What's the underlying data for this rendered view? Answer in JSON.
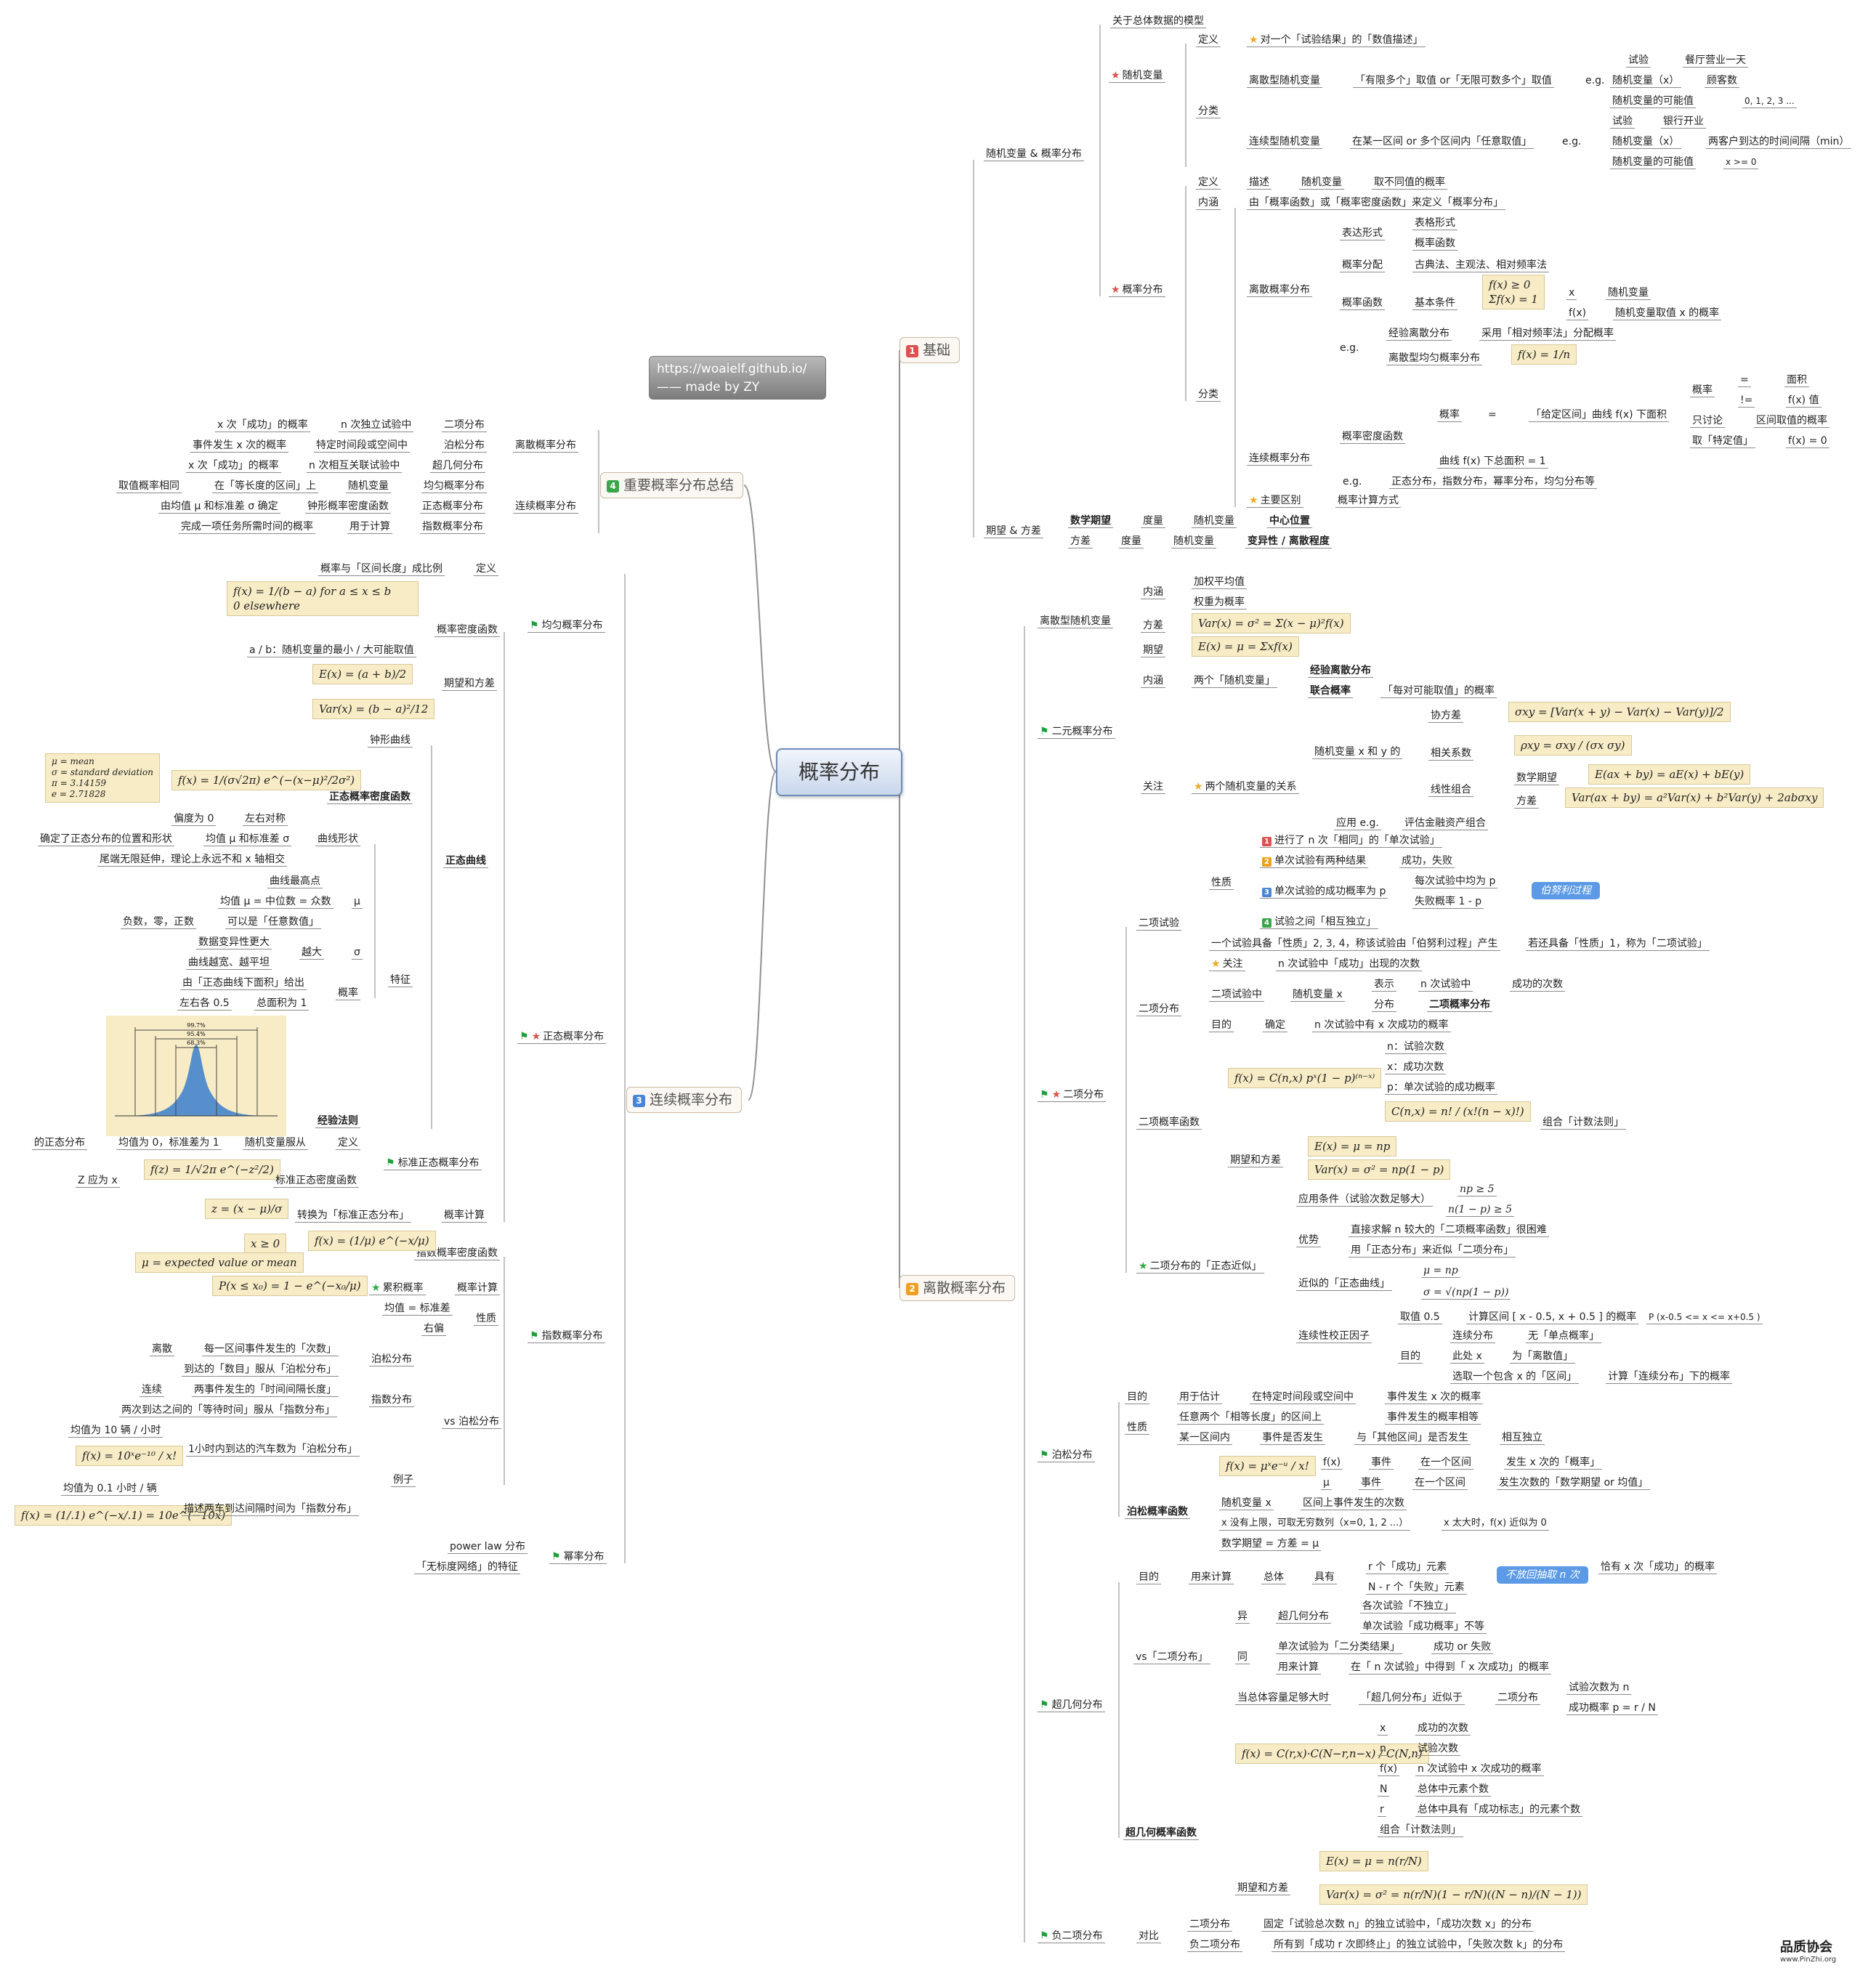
{
  "root": "概率分布",
  "credit": {
    "line1": "https://woaielf.github.io/",
    "line2": "—— made by ZY"
  },
  "branches": {
    "b1": {
      "num": "1",
      "label": "基础",
      "color": "#e05050"
    },
    "b2": {
      "num": "2",
      "label": "离散概率分布",
      "color": "#f0a020"
    },
    "b3": {
      "num": "3",
      "label": "连续概率分布",
      "color": "#4a86d8"
    },
    "b4": {
      "num": "4",
      "label": "重要概率分布总结",
      "color": "#3aa64a"
    }
  },
  "t": {
    "s1": "随机变量 & 概率分布",
    "s1a": "关于总体数据的模型",
    "rv": "随机变量",
    "rv_def": "定义",
    "rv_def_v": "对一个「试验结果」的「数值描述」",
    "rv_cls": "分类",
    "rv_d": "离散型随机变量",
    "rv_d2": "「有限多个」取值 or「无限可数多个」取值",
    "eg": "e.g.",
    "rv_d_t": "试验",
    "rv_d_tv": "餐厅营业一天",
    "rv_d_x": "随机变量（x）",
    "rv_d_xv": "顾客数",
    "rv_d_p": "随机变量的可能值",
    "rv_d_pv": "0, 1, 2, 3 ...",
    "rv_c": "连续型随机变量",
    "rv_c2": "在某一区间 or 多个区间内「任意取值」",
    "rv_c_t": "试验",
    "rv_c_tv": "银行开业",
    "rv_c_x": "随机变量（x）",
    "rv_c_xv": "两客户到达的时间间隔（min）",
    "rv_c_p": "随机变量的可能值",
    "rv_c_pv": "x >= 0",
    "pd": "概率分布",
    "pd_def": "定义",
    "pd_def1": "描述",
    "pd_def2": "随机变量",
    "pd_def3": "取不同值的概率",
    "pd_in": "内涵",
    "pd_in_v": "由「概率函数」或「概率密度函数」来定义「概率分布」",
    "pd_cls": "分类",
    "dpd": "离散概率分布",
    "expr": "表达形式",
    "expr1": "表格形式",
    "expr2": "概率函数",
    "pdist": "概率分配",
    "pdist_v": "古典法、主观法、相对频率法",
    "pfunc": "概率函数",
    "basic": "基本条件",
    "cond1": "f(x) ≥ 0",
    "cond2": "Σf(x) = 1",
    "fx_x": "x",
    "fx_xv": "随机变量",
    "fx_f": "f(x)",
    "fx_fv": "随机变量取值 x 的概率",
    "eg2": "e.g.",
    "emp": "经验离散分布",
    "emp_v": "采用「相对频率法」分配概率",
    "unif_d": "离散型均匀概率分布",
    "unif_d_f": "f(x) = 1/n",
    "cpd": "连续概率分布",
    "pdf": "概率密度函数",
    "prob": "概率",
    "eq": "=",
    "prob_v": "「给定区间」曲线 f(x) 下面积",
    "area_v": "曲线 f(x) 下总面积 = 1",
    "pr": "概率",
    "pr_eq": "=",
    "pr_eqv": "面积",
    "pr_ne": "!=",
    "pr_nev": "f(x) 值",
    "only": "只讨论",
    "only_v": "区间取值的概率",
    "pt": "取「特定值」",
    "pt_v": "f(x) = 0",
    "eg3": "e.g.",
    "eg3_v": "正态分布，指数分布，幂率分布，均匀分布等",
    "mdiff": "主要区别",
    "mdiff_v": "概率计算方式",
    "ev": "期望 & 方差",
    "ev1": "数学期望",
    "ev1a": "度量",
    "ev1b": "随机变量",
    "ev1c": "中心位置",
    "ev2": "方差",
    "ev2a": "度量",
    "ev2b": "随机变量",
    "ev2c": "变异性 / 离散程度",
    "drv": "离散型随机变量",
    "drv_in": "内涵",
    "drv_in1": "加权平均值",
    "drv_in2": "权重为概率",
    "drv_var": "方差",
    "drv_var_f": "Var(x) = σ² = Σ(x − μ)²f(x)",
    "drv_e": "期望",
    "drv_e_f": "E(x) = μ = Σxf(x)",
    "bi": "二元概率分布",
    "bi_in": "内涵",
    "bi_in1": "两个「随机变量」",
    "bi_in2": "经验离散分布",
    "bi_in3": "联合概率",
    "bi_in4": "「每对可能取值」的概率",
    "bi_f": "关注",
    "bi_rel": "两个随机变量的关系",
    "bi_xy": "随机变量 x 和 y 的",
    "cov": "协方差",
    "cov_f": "σxy = [Var(x + y) − Var(x) − Var(y)]/2",
    "corr": "相关系数",
    "corr_f": "ρxy = σxy / (σx σy)",
    "lin": "线性组合",
    "lin_e": "数学期望",
    "lin_e_f": "E(ax + by) = aE(x) + bE(y)",
    "lin_v": "方差",
    "lin_v_f": "Var(ax + by) = a²Var(x) + b²Var(y) + 2abσxy",
    "app": "应用 e.g.",
    "app_v": "评估金融资产组合",
    "binom": "二项分布",
    "bt": "二项试验",
    "prop": "性质",
    "p1": "进行了 n 次「相同」的「单次试验」",
    "p2": "单次试验有两种结果",
    "p2v": "成功，失败",
    "p3": "单次试验的成功概率为 p",
    "p3a": "每次试验中均为 p",
    "p3b": "失败概率 1 - p",
    "p4": "试验之间「相互独立」",
    "bern": "伯努利过程",
    "bt_sum": "一个试验具备「性质」2, 3, 4，称该试验由「伯努利过程」产生",
    "bt_sum2": "若还具备「性质」1，称为「二项试验」",
    "bt_f": "关注",
    "bt_fv": "n 次试验中「成功」出现的次数",
    "bd": "二项分布",
    "bd1": "二项试验中",
    "bd2": "随机变量 x",
    "bd3": "表示",
    "bd3a": "n 次试验中",
    "bd3b": "成功的次数",
    "bd4": "分布",
    "bd4a": "二项概率分布",
    "bd_goal": "目的",
    "bd_goal1": "确定",
    "bd_goal2": "n 次试验中有 x 次成功的概率",
    "bpf": "二项概率函数",
    "bpf_f": "f(x) = C(n,x) pˣ(1 − p)⁽ⁿ⁻ˣ⁾",
    "bpf_n": "n：试验次数",
    "bpf_x": "x：成功次数",
    "bpf_p": "p：单次试验的成功概率",
    "bpf_c": "C(n,x) = n! / (x!(n − x)!)",
    "bpf_c2": "组合「计数法则」",
    "bpf_ev": "期望和方差",
    "bpf_e": "E(x) = μ = np",
    "bpf_v": "Var(x) = σ² = np(1 − p)",
    "na": "二项分布的「正态近似」",
    "na_cond": "应用条件（试验次数足够大）",
    "na_c1": "np ≥ 5",
    "na_c2": "n(1 − p) ≥ 5",
    "na_adv": "优势",
    "na_adv1": "直接求解 n 较大的「二项概率函数」很困难",
    "na_adv2": "用「正态分布」来近似「二项分布」",
    "na_curve": "近似的「正态曲线」",
    "na_mu": "μ = np",
    "na_sig": "σ = √(np(1 − p))",
    "cc": "连续性校正因子",
    "cc_v": "取值 0.5",
    "cc_v2": "计算区间 [ x - 0.5, x + 0.5 ] 的概率",
    "cc_v3": "P (x-0.5 <= x <= x+0.5 )",
    "cc_g": "目的",
    "cc_g1": "连续分布",
    "cc_g1v": "无「单点概率」",
    "cc_g2": "此处 x",
    "cc_g2v": "为「离散值」",
    "cc_g3": "选取一个包含 x 的「区间」",
    "cc_g3v": "计算「连续分布」下的概率",
    "poi": "泊松分布",
    "poi_g": "目的",
    "poi_g1": "用于估计",
    "poi_g2": "在特定时间段或空间中",
    "poi_g3": "事件发生 x 次的概率",
    "poi_p": "性质",
    "poi_p1": "任意两个「相等长度」的区间上",
    "poi_p1v": "事件发生的概率相等",
    "poi_p2": "某一区间内",
    "poi_p2a": "事件是否发生",
    "poi_p2b": "与「其他区间」是否发生",
    "poi_p2c": "相互独立",
    "ppf": "泊松概率函数",
    "ppf_f": "f(x) = μˣe⁻ᵘ / x!",
    "ppf_fx": "f(x)",
    "ppf_fx1": "事件",
    "ppf_fx2": "在一个区间",
    "ppf_fx3": "发生 x 次的「概率」",
    "ppf_mu": "μ",
    "ppf_mu1": "事件",
    "ppf_mu2": "在一个区间",
    "ppf_mu3": "发生次数的「数学期望 or 均值」",
    "ppf_x": "随机变量 x",
    "ppf_xv": "区间上事件发生的次数",
    "ppf_inf": "x 没有上限，可取无穷数列（x=0, 1, 2 ...）",
    "ppf_inf2": "x 太大时，f(x) 近似为 0",
    "ppf_ev": "数学期望 = 方差 = μ",
    "hyp": "超几何分布",
    "hyp_g": "目的",
    "hyp_g1": "用来计算",
    "hyp_g2": "总体",
    "hyp_g3": "具有",
    "hyp_g4": "r 个「成功」元素",
    "hyp_g5": "N - r 个「失败」元素",
    "hyp_pill": "不放回抽取 n 次",
    "hyp_g6": "恰有 x 次「成功」的概率",
    "vsb": "vs「二项分布」",
    "diff": "异",
    "diff1": "超几何分布",
    "diff1a": "各次试验「不独立」",
    "diff1b": "单次试验「成功概率」不等",
    "same": "同",
    "same1": "单次试验为「二分类结果」",
    "same1v": "成功 or 失败",
    "same2": "用来计算",
    "same2v": "在「 n 次试验」中得到「 x 次成功」的概率",
    "approx": "当总体容量足够大时",
    "approx1": "「超几何分布」近似于",
    "approx2": "二项分布",
    "approx3": "试验次数为 n",
    "approx4": "成功概率 p = r / N",
    "hpf": "超几何概率函数",
    "hpf_f": "f(x) = C(r,x)·C(N−r,n−x) / C(N,n)",
    "hpf_x": "x",
    "hpf_xv": "成功的次数",
    "hpf_n": "n",
    "hpf_nv": "试验次数",
    "hpf_fx": "f(x)",
    "hpf_fxv": "n 次试验中 x 次成功的概率",
    "hpf_N": "N",
    "hpf_Nv": "总体中元素个数",
    "hpf_r": "r",
    "hpf_rv": "总体中具有「成功标志」的元素个数",
    "hpf_c": "组合「计数法则」",
    "hpf_ev": "期望和方差",
    "hpf_e": "E(x) = μ = n(r/N)",
    "hpf_v": "Var(x) = σ² = n(r/N)(1 − r/N)((N − n)/(N − 1))",
    "nb": "负二项分布",
    "nb_c": "对比",
    "nb1": "二项分布",
    "nb1v": "固定「试验总次数 n」的独立试验中，「成功次数 x」的分布",
    "nb2": "负二项分布",
    "nb2v": "所有到「成功 r 次即终止」的独立试验中，「失败次数 k」的分布",
    "uni": "均匀概率分布",
    "uni_def": "定义",
    "uni_defv": "概率与「区间长度」成比例",
    "uni_pdf": "概率密度函数",
    "uni_f1": "f(x) = 1/(b − a)   for a ≤ x ≤ b",
    "uni_f2": "0   elsewhere",
    "uni_ab": "a / b：随机变量的最小 / 大可能取值",
    "uni_ev": "期望和方差",
    "uni_e": "E(x) = (a + b)/2",
    "uni_v": "Var(x) = (b − a)²/12",
    "norm": "正态概率分布",
    "bell": "钟形曲线",
    "ncurve": "正态曲线",
    "npdf": "正态概率密度函数",
    "npdf_f": "f(x) = 1/(σ√2π) e^(−(x−μ)²/2σ²)",
    "leg1": "μ = mean",
    "leg2": "σ = standard deviation",
    "leg3": "π = 3.14159",
    "leg4": "e = 2.71828",
    "feat": "特征",
    "shape": "曲线形状",
    "sh1": "偏度为 0",
    "sh1v": "左右对称",
    "sh2": "确定了正态分布的位置和形状",
    "sh2v": "均值 μ 和标准差 σ",
    "sh3": "尾端无限延伸，理论上永远不和 x 轴相交",
    "mu": "μ",
    "mu1": "曲线最高点",
    "mu2": "均值 μ = 中位数 = 众数",
    "mu3": "负数，零，正数",
    "mu3v": "可以是「任意数值」",
    "sigma": "σ",
    "sig_big": "越大",
    "sig1": "数据变异性更大",
    "sig2": "曲线越宽、越平坦",
    "nprob": "概率",
    "np1": "由「正态曲线下面积」给出",
    "np2": "左右各 0.5",
    "np2v": "总面积为 1",
    "emp_rule": "经验法则",
    "c997": "99.7%",
    "c954": "95.4%",
    "c683": "68.3%",
    "std": "标准正态概率分布",
    "std1": "的正态分布",
    "std2": "均值为 0，标准差为 1",
    "std3": "随机变量服从",
    "std4": "定义",
    "std_f": "f(z) = 1/√2π e^(−z²/2)",
    "std_z": "Z 应为 x",
    "std_pdf": "标准正态密度函数",
    "std_t": "z = (x − μ)/σ",
    "std_t2": "转换为「标准正态分布」",
    "std_calc": "概率计算",
    "expo": "指数概率分布",
    "exp_pdf": "指数概率密度函数",
    "exp_x": "x ≥ 0",
    "exp_f": "f(x) = (1/μ) e^(−x/μ)",
    "exp_mu": "μ = expected value or mean",
    "exp_cdf": "P(x ≤ x₀) = 1 − e^(−x₀/μ)",
    "cum": "累积概率",
    "exp_calc": "概率计算",
    "exp_prop": "性质",
    "exp_p1": "均值 = 标准差",
    "exp_p2": "右偏",
    "vsp": "vs 泊松分布",
    "vsp_p": "泊松分布",
    "vsp_p1": "离散",
    "vsp_p1v": "每一区间事件发生的「次数」",
    "vsp_p2": "到达的「数目」服从「泊松分布」",
    "vsp_e": "指数分布",
    "vsp_e1": "连续",
    "vsp_e1v": "两事件发生的「时间间隔长度」",
    "vsp_e2": "两次到达之间的「等待时间」服从「指数分布」",
    "ex": "例子",
    "ex1": "均值为 10 辆 / 小时",
    "ex1f": "f(x) = 10ˣe⁻¹⁰ / x!",
    "ex1v": "1小时内到达的汽车数为「泊松分布」",
    "ex2": "均值为 0.1 小时 / 辆",
    "ex2f": "f(x) = (1/.1) e^(−x/.1) = 10e^(−10x)",
    "ex2v": "描述两车到达间隔时间为「指数分布」",
    "pow": "幂率分布",
    "pow1": "power law 分布",
    "pow2": "「无标度网络」的特征",
    "sum_d": "离散概率分布",
    "sum_c": "连续概率分布",
    "sm1a": "x 次「成功」的概率",
    "sm1b": "n 次独立试验中",
    "sm1c": "二项分布",
    "sm2a": "事件发生 x 次的概率",
    "sm2b": "特定时间段或空间中",
    "sm2c": "泊松分布",
    "sm3a": "x 次「成功」的概率",
    "sm3b": "n 次相互关联试验中",
    "sm3c": "超几何分布",
    "sm4a": "取值概率相同",
    "sm4b": "在「等长度的区间」上",
    "sm4c": "随机变量",
    "sm4d": "均匀概率分布",
    "sm5a": "由均值 μ 和标准差 σ 确定",
    "sm5b": "钟形概率密度函数",
    "sm5c": "正态概率分布",
    "sm6a": "完成一项任务所需时间的概率",
    "sm6b": "用于计算",
    "sm6c": "指数概率分布"
  },
  "logo": {
    "name": "品质协会",
    "url": "www.PinZhi.org"
  }
}
